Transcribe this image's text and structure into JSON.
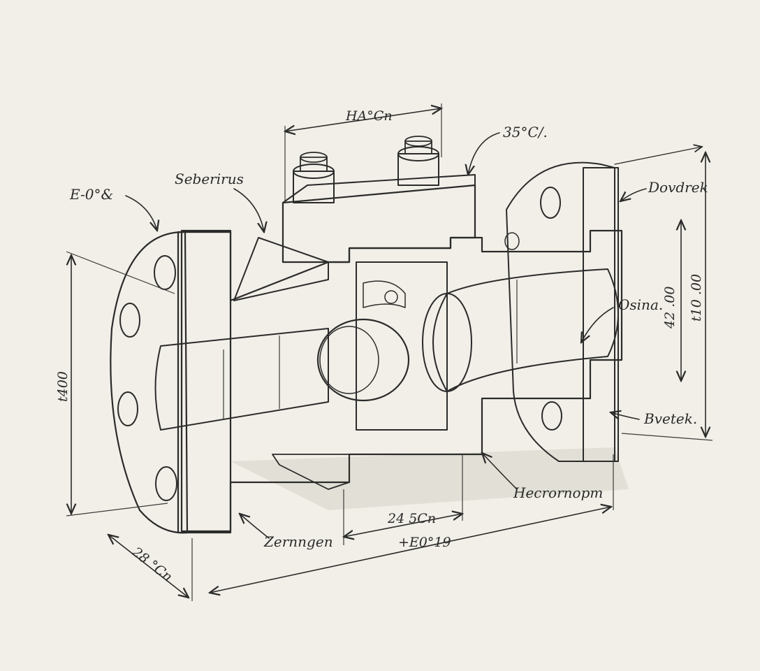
{
  "labels": {
    "top_left": "E-0°&",
    "upper_left": "Seberirus",
    "top_angle": "35°C/.",
    "top_right": "Dovdrek",
    "inner_right": "Osina.",
    "lower_right": "Bvetek.",
    "bottom_center": "Hecrornopm",
    "bottom_left": "Zernngen"
  },
  "dimensions": {
    "top_width": "HA°Cn",
    "height_left": "t400",
    "height_right_inner": "42 .00",
    "height_right_outer": "t10 .00",
    "depth_left": "28 °Cn",
    "bottom_inner": "24 5Cn",
    "bottom_overall": "+E0°19"
  },
  "colors": {
    "paper": "#f1efe7",
    "ink": "#2b2b2b"
  }
}
